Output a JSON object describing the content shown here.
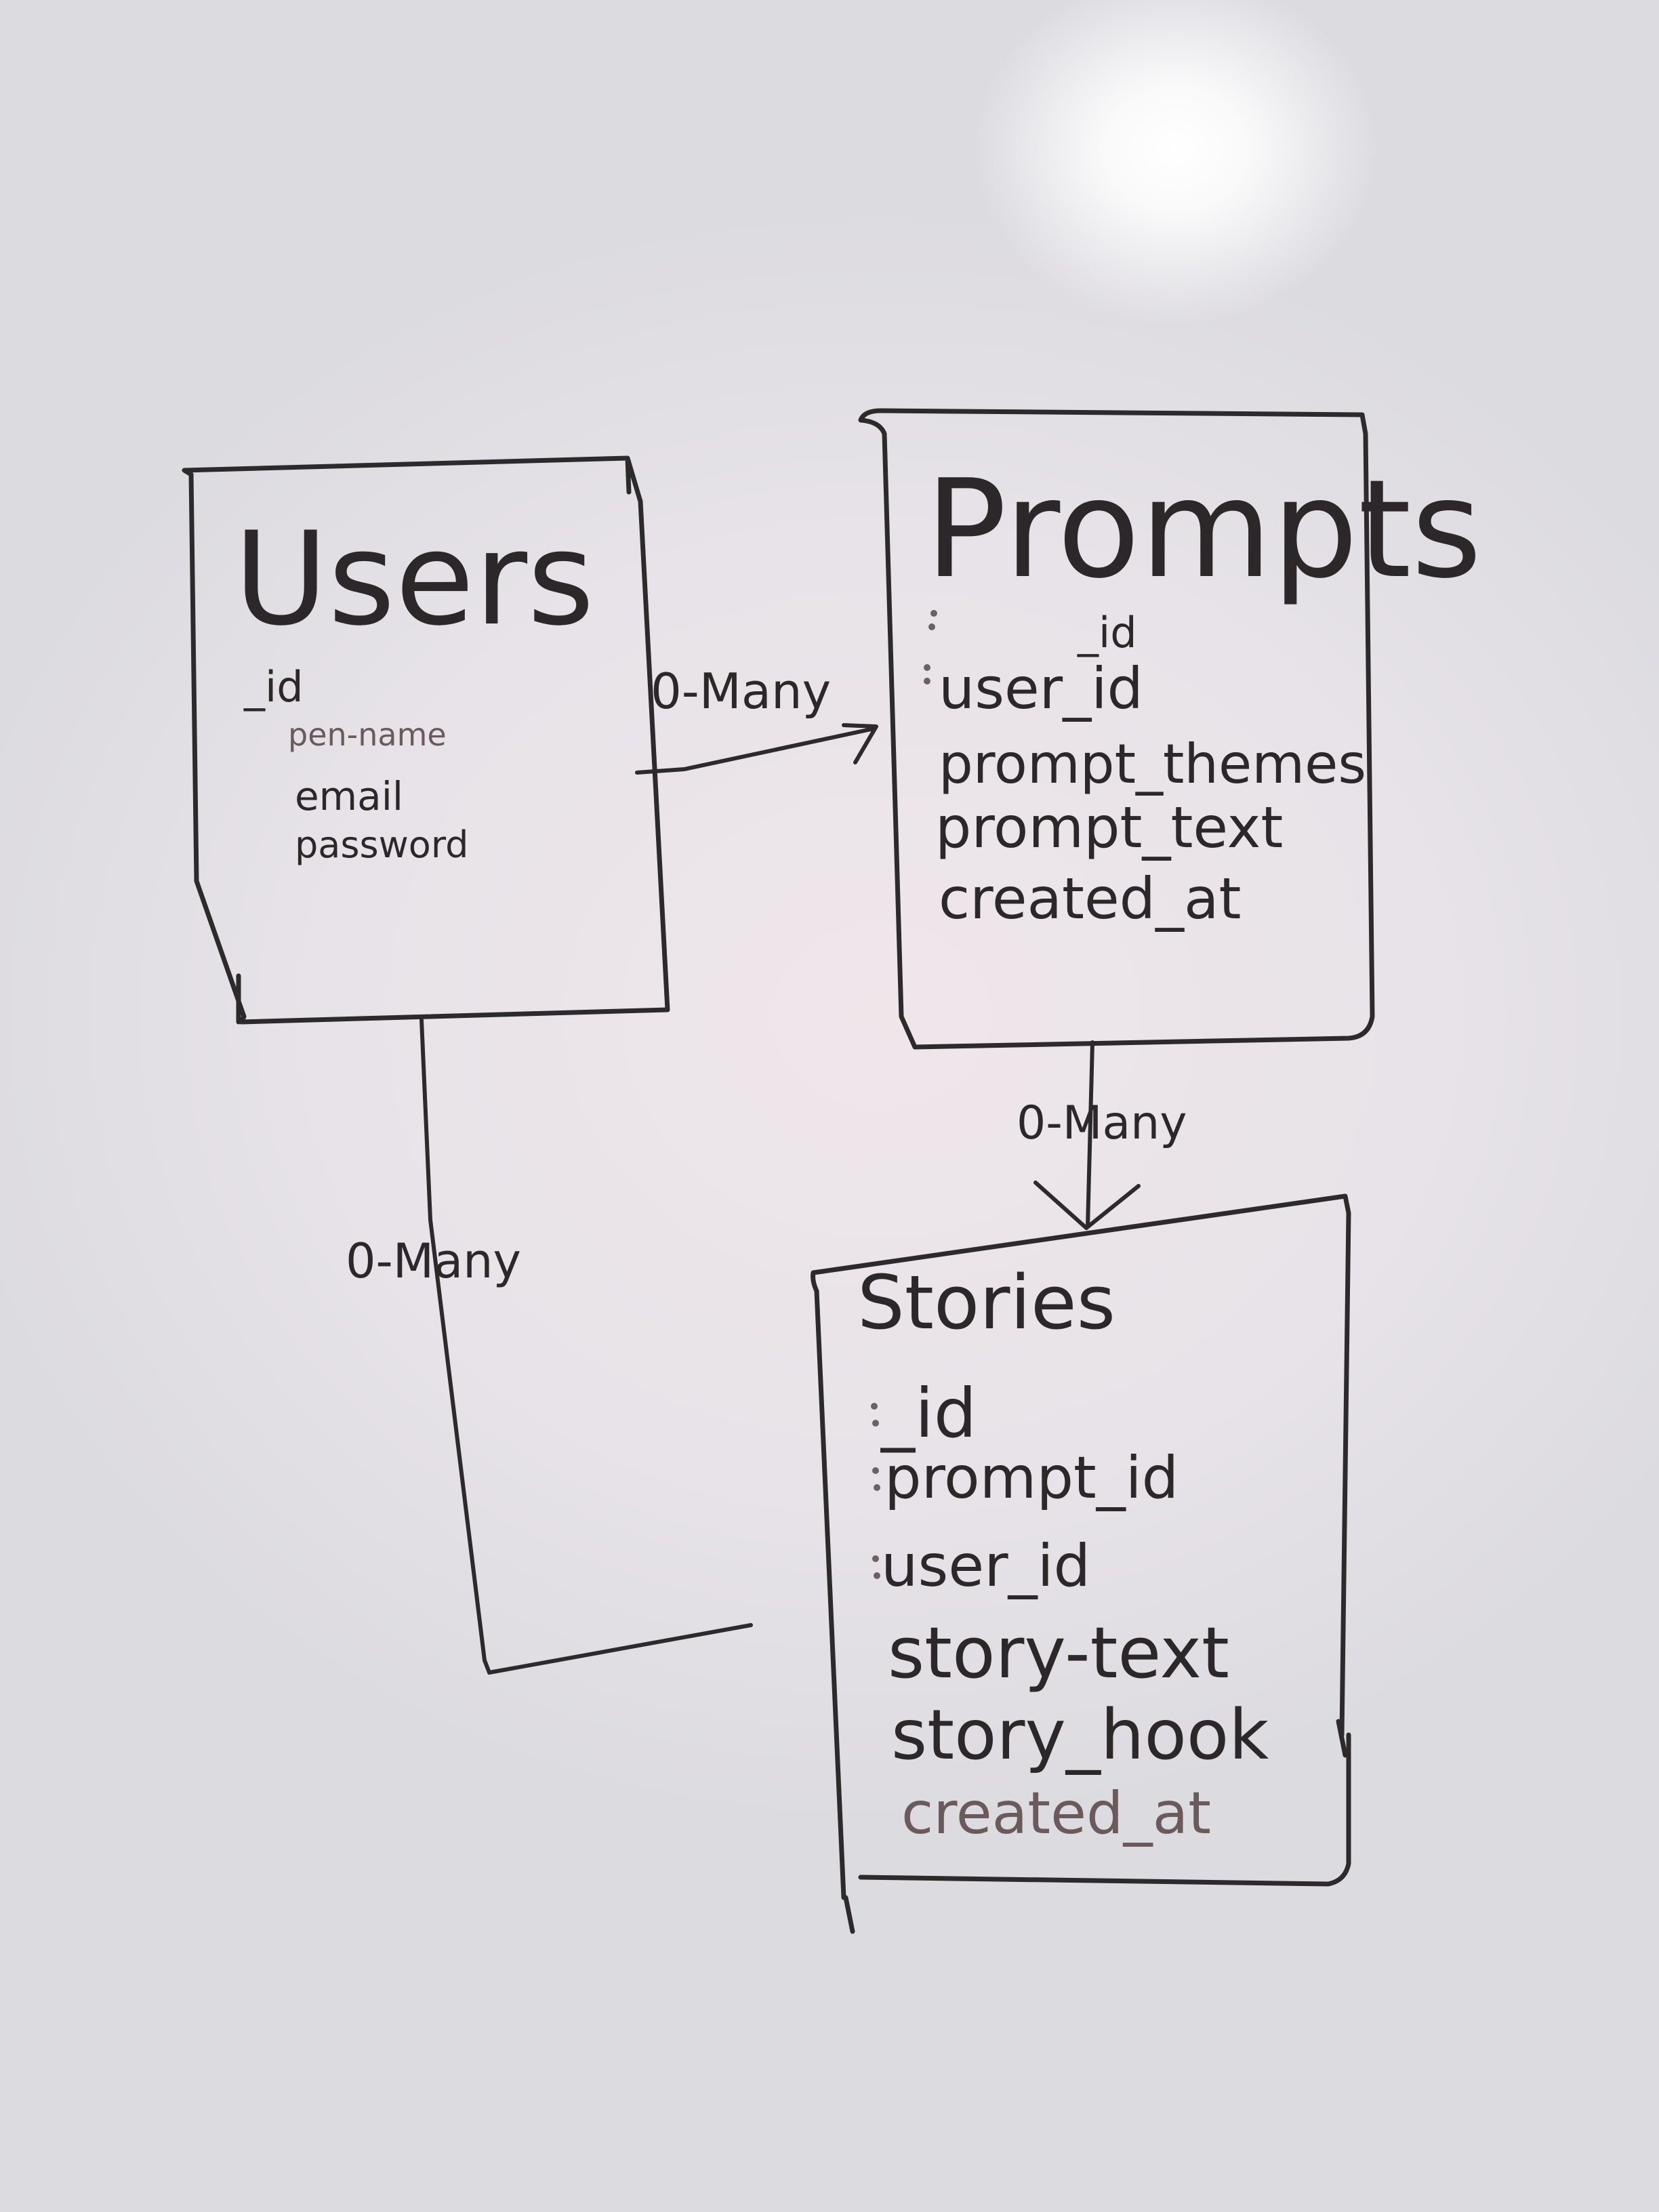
{
  "entities": {
    "users": {
      "title": "Users",
      "fields": [
        "_id",
        "pen-name",
        "email",
        "password"
      ]
    },
    "prompts": {
      "title": "Prompts",
      "fields": [
        "_id",
        "user_id",
        "prompt_themes",
        "prompt_text",
        "created_at"
      ]
    },
    "stories": {
      "title": "Stories",
      "fields": [
        "_id",
        "prompt_id",
        "user_id",
        "story-text",
        "story_hook",
        "created_at"
      ]
    }
  },
  "relations": {
    "users_prompts": "0-Many",
    "prompts_stories": "0-Many",
    "users_stories": "0-Many"
  },
  "colors": {
    "ink": "#2d2a2c",
    "board": "#e8e6ea"
  }
}
